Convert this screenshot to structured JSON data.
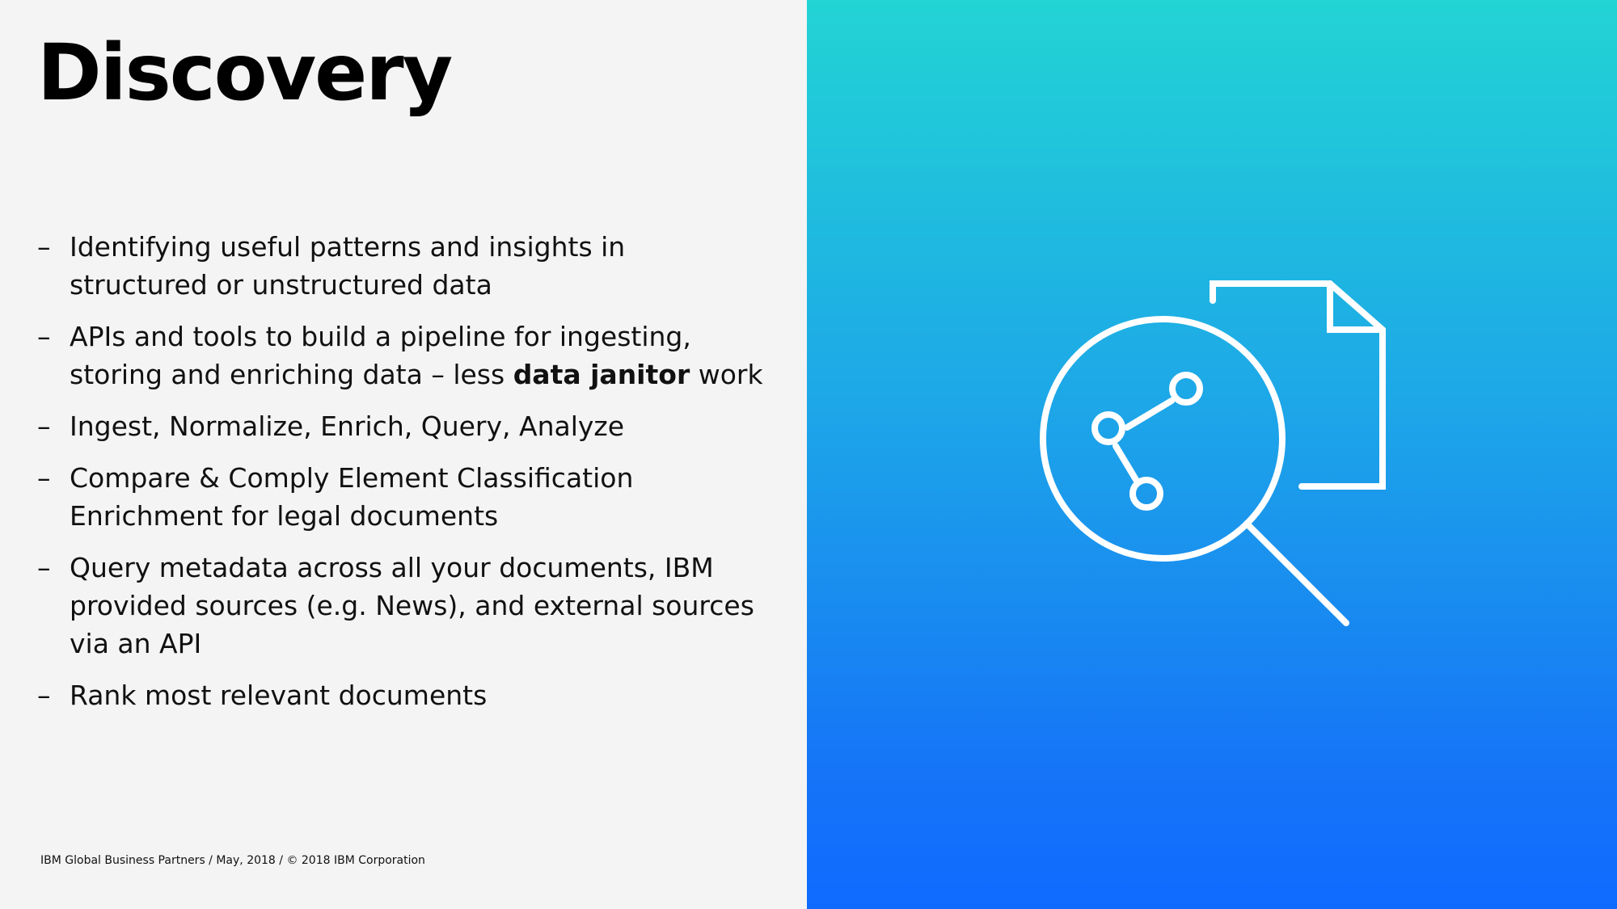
{
  "slide": {
    "title": "Discovery",
    "bullets": [
      {
        "marker": "–",
        "text": "Identifying useful patterns and insights in structured or unstructured data"
      },
      {
        "marker": "–",
        "pre": "APIs and tools to build a pipeline for ingesting, storing and enriching data – less ",
        "bold": "data janitor",
        "post": " work"
      },
      {
        "marker": "–",
        "text": "Ingest, Normalize, Enrich, Query, Analyze"
      },
      {
        "marker": "–",
        "text": "Compare & Comply Element Classification Enrichment for legal documents"
      },
      {
        "marker": "–",
        "text": "Query metadata across all your documents, IBM provided sources (e.g. News), and external sources via an API"
      },
      {
        "marker": "–",
        "text": "Rank most relevant documents"
      }
    ],
    "footer": "IBM Global Business Partners / May, 2018 / © 2018 IBM Corporation",
    "icon": "document-search-graph-icon",
    "colors": {
      "left_background": "#f4f4f4",
      "gradient_top": "#22d4d4",
      "gradient_bottom": "#0f6bff",
      "icon_stroke": "#ffffff"
    }
  }
}
